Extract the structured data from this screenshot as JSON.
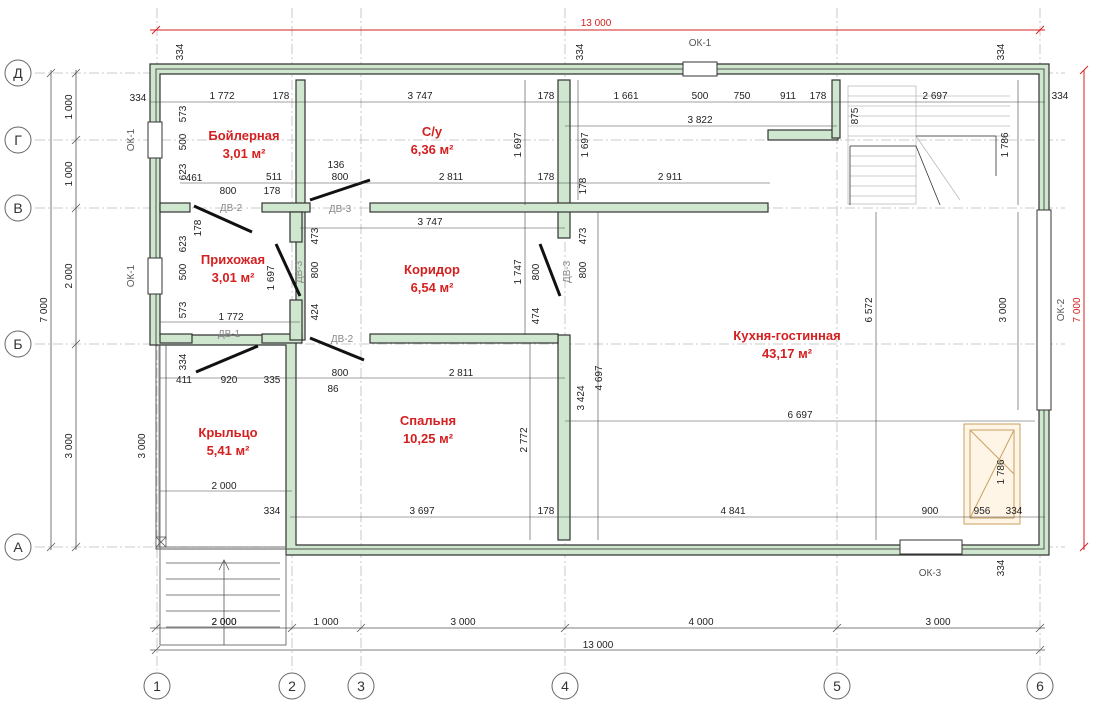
{
  "axes": {
    "cols": [
      "1",
      "2",
      "3",
      "4",
      "5",
      "6"
    ],
    "rows": [
      "Д",
      "Г",
      "В",
      "Б",
      "А"
    ]
  },
  "overall": {
    "top": "13 000",
    "bottom": "13 000",
    "right": "7 000",
    "left": "7 000"
  },
  "bottom_dims": [
    "2 000",
    "1 000",
    "3 000",
    "4 000",
    "3 000"
  ],
  "left_dims": [
    "1 000",
    "1 000",
    "2 000",
    "3 000"
  ],
  "windows": {
    "top": "ОК-1",
    "left1": "ОК-1",
    "left2": "ОК-1",
    "right": "ОК-2",
    "bottom": "ОК-3"
  },
  "doors": {
    "dv2a": "ДВ-2",
    "dv3a": "ДВ-3",
    "dv3b": "ДВ-3",
    "dv3c": "ДВ-3",
    "dv1": "ДВ-1",
    "dv2b": "ДВ-2"
  },
  "rooms": [
    {
      "name": "Бойлерная",
      "area": "3,01 м²"
    },
    {
      "name": "С/у",
      "area": "6,36 м²"
    },
    {
      "name": "Прихожая",
      "area": "3,01 м²"
    },
    {
      "name": "Коридор",
      "area": "6,54 м²"
    },
    {
      "name": "Кухня-гостинная",
      "area": "43,17 м²"
    },
    {
      "name": "Крыльцо",
      "area": "5,41 м²"
    },
    {
      "name": "Спальня",
      "area": "10,25 м²"
    }
  ],
  "dims": {
    "t334": "334",
    "t1772": "1 772",
    "t178a": "178",
    "t3747a": "3 747",
    "t178b": "178",
    "t1661": "1 661",
    "t500": "500",
    "t750": "750",
    "t911": "911",
    "t178c": "178",
    "t2697": "2 697",
    "t334r": "334",
    "t573a": "573",
    "t500a": "500",
    "t623a": "623",
    "t3822": "3 822",
    "t875": "875",
    "t1697a": "1 697",
    "t1697b": "1 697",
    "t1786a": "1 786",
    "t461": "461",
    "t511": "511",
    "t136": "136",
    "t800a": "800",
    "t178d": "178",
    "t800b": "800",
    "t2811a": "2 811",
    "t178e": "178",
    "t178f": "178",
    "t2911": "2 911",
    "t178g": "178",
    "t3747b": "3 747",
    "t623b": "623",
    "t500b": "500",
    "t573b": "573",
    "t473a": "473",
    "t473b": "473",
    "t800c": "800",
    "t1747": "1 747",
    "t800d": "800",
    "t800e": "800",
    "t1697c": "1 697",
    "t6572": "6 572",
    "t3000r": "3 000",
    "t1772b": "1 772",
    "t424": "424",
    "t474": "474",
    "t334c": "334",
    "t411": "411",
    "t920": "920",
    "t335": "335",
    "t800f": "800",
    "t86": "86",
    "t2811b": "2 811",
    "t4697": "4 697",
    "t3424": "3 424",
    "t6697": "6 697",
    "t2772": "2 772",
    "t3000l": "3 000",
    "t1786b": "1 786",
    "t2000": "2 000",
    "t334d": "334",
    "t3697": "3 697",
    "t178h": "178",
    "t4841": "4 841",
    "t900": "900",
    "t956": "956",
    "t334e": "334",
    "t334f": "334",
    "t334g": "334",
    "t2000s": "2 000"
  }
}
